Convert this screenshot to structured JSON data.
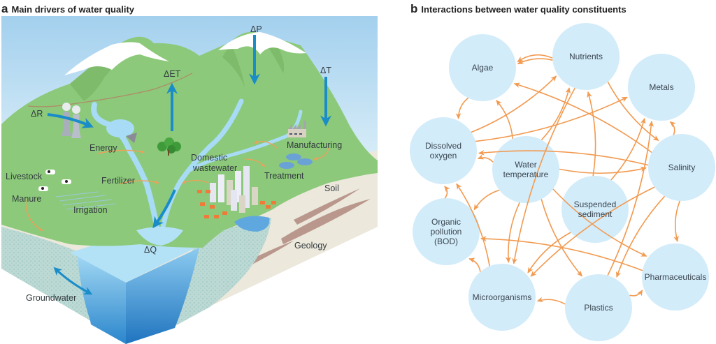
{
  "panel_a": {
    "letter": "a",
    "title": "Main drivers of water quality",
    "climate_drivers": [
      {
        "id": "precipitation",
        "label": "ΔP",
        "direction": "down"
      },
      {
        "id": "evapotranspiration",
        "label": "ΔET",
        "direction": "up"
      },
      {
        "id": "temperature",
        "label": "ΔT",
        "direction": "down"
      },
      {
        "id": "radiation",
        "label": "ΔR",
        "direction": "right"
      },
      {
        "id": "discharge",
        "label": "ΔQ",
        "direction": "down"
      }
    ],
    "labels": {
      "energy": "Energy",
      "manufacturing": "Manufacturing",
      "domestic_wastewater_1": "Domestic",
      "domestic_wastewater_2": "wastewater",
      "treatment": "Treatment",
      "livestock": "Livestock",
      "fertilizer": "Fertilizer",
      "manure": "Manure",
      "irrigation": "Irrigation",
      "soil": "Soil",
      "geology": "Geology",
      "groundwater": "Groundwater"
    },
    "colors": {
      "sky": "#a9d3ee",
      "grass": "#8cc97a",
      "snow": "#ffffff",
      "water": "#9fd4f0",
      "arrow_blue": "#1a8cc8",
      "flow_orange": "#f0a05a",
      "soil": "#ece9dd",
      "rock": "#b89a90"
    }
  },
  "panel_b": {
    "letter": "b",
    "title": "Interactions between water quality constituents",
    "nodes": [
      {
        "id": "algae",
        "lines": [
          "Algae"
        ]
      },
      {
        "id": "nutrients",
        "lines": [
          "Nutrients"
        ]
      },
      {
        "id": "metals",
        "lines": [
          "Metals"
        ]
      },
      {
        "id": "dissolved_oxygen",
        "lines": [
          "Dissolved",
          "oxygen"
        ]
      },
      {
        "id": "water_temperature",
        "lines": [
          "Water",
          "temperature"
        ]
      },
      {
        "id": "salinity",
        "lines": [
          "Salinity"
        ]
      },
      {
        "id": "suspended_sediment",
        "lines": [
          "Suspended",
          "sediment"
        ]
      },
      {
        "id": "organic_pollution",
        "lines": [
          "Organic",
          "pollution",
          "(BOD)"
        ]
      },
      {
        "id": "pharmaceuticals",
        "lines": [
          "Pharmaceuticals"
        ]
      },
      {
        "id": "microorganisms",
        "lines": [
          "Microorganisms"
        ]
      },
      {
        "id": "plastics",
        "lines": [
          "Plastics"
        ]
      }
    ],
    "edges": [
      [
        "nutrients",
        "algae"
      ],
      [
        "nutrients",
        "algae"
      ],
      [
        "algae",
        "dissolved_oxygen"
      ],
      [
        "dissolved_oxygen",
        "nutrients"
      ],
      [
        "dissolved_oxygen",
        "metals"
      ],
      [
        "salinity",
        "dissolved_oxygen"
      ],
      [
        "salinity",
        "algae"
      ],
      [
        "water_temperature",
        "dissolved_oxygen"
      ],
      [
        "water_temperature",
        "algae"
      ],
      [
        "water_temperature",
        "nutrients"
      ],
      [
        "water_temperature",
        "salinity"
      ],
      [
        "nutrients",
        "salinity"
      ],
      [
        "nutrients",
        "microorganisms"
      ],
      [
        "suspended_sediment",
        "nutrients"
      ],
      [
        "suspended_sediment",
        "metals"
      ],
      [
        "plastics",
        "metals"
      ],
      [
        "salinity",
        "metals"
      ],
      [
        "salinity",
        "pharmaceuticals"
      ],
      [
        "salinity",
        "microorganisms"
      ],
      [
        "salinity",
        "plastics"
      ],
      [
        "organic_pollution",
        "dissolved_oxygen"
      ],
      [
        "microorganisms",
        "dissolved_oxygen"
      ],
      [
        "microorganisms",
        "organic_pollution"
      ],
      [
        "water_temperature",
        "organic_pollution"
      ],
      [
        "water_temperature",
        "microorganisms"
      ],
      [
        "water_temperature",
        "plastics"
      ],
      [
        "water_temperature",
        "pharmaceuticals"
      ],
      [
        "pharmaceuticals",
        "organic_pollution"
      ],
      [
        "suspended_sediment",
        "microorganisms"
      ],
      [
        "plastics",
        "microorganisms"
      ],
      [
        "plastics",
        "pharmaceuticals"
      ]
    ],
    "colors": {
      "node_fill": "#d3ecfa",
      "edge": "#f29a50",
      "label": "#3a4650"
    }
  }
}
